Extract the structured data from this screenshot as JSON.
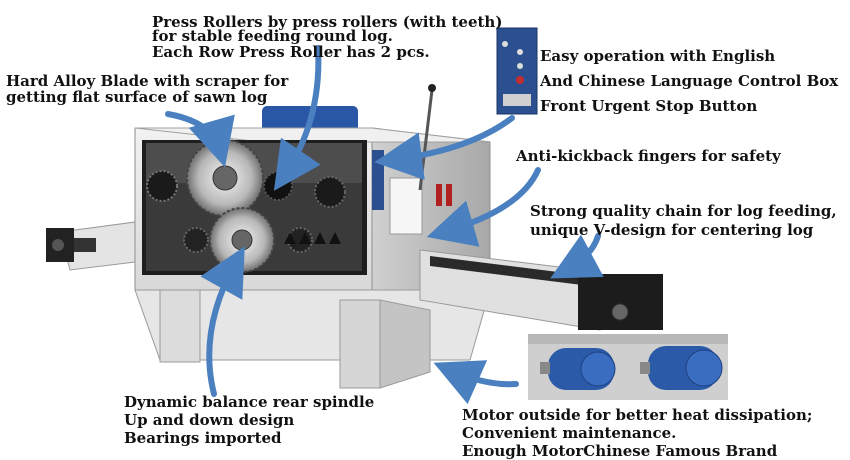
{
  "callouts": {
    "press_rollers": {
      "lines": [
        "Press Rollers by press rollers (with teeth)",
        "for stable feeding round log.",
        "Each Row Press Roller has 2 pcs."
      ]
    },
    "control_box": {
      "lines": [
        "Easy operation with English",
        "And Chinese Language Control Box",
        "Front Urgent Stop Button"
      ]
    },
    "blade": {
      "lines": [
        "Hard Alloy Blade with scraper for",
        "getting flat surface of sawn log"
      ]
    },
    "anti_kickback": {
      "lines": [
        "Anti-kickback fingers for safety"
      ]
    },
    "chain": {
      "lines": [
        "Strong quality chain for log feeding,",
        "unique V-design for centering log"
      ]
    },
    "spindle": {
      "lines": [
        "Dynamic balance rear spindle",
        "Up and down design",
        "Bearings imported"
      ]
    },
    "motor": {
      "lines": [
        "Motor outside for better heat dissipation;",
        "Convenient maintenance.",
        "Enough MotorChinese Famous Brand"
      ]
    }
  },
  "colors": {
    "arrow": "#4a80c0",
    "machine_body": "#e8e8e8",
    "motor_blue": "#2a5aa8",
    "panel_blue": "#2b4f8f"
  }
}
